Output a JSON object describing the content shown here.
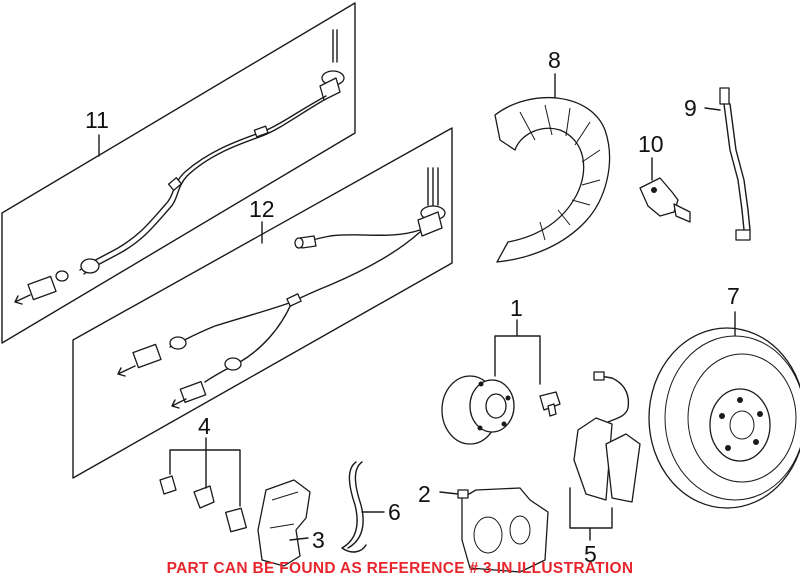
{
  "colors": {
    "ink": "#1a1a1a",
    "note_red": "#e8262d",
    "background": "#ffffff"
  },
  "callouts": {
    "c1": "1",
    "c2": "2",
    "c3": "3",
    "c4": "4",
    "c5": "5",
    "c6": "6",
    "c7": "7",
    "c8": "8",
    "c9": "9",
    "c10": "10",
    "c11": "11",
    "c12": "12"
  },
  "footer_note": "PART CAN BE FOUND AS REFERENCE # 3 IN ILLUSTRATION"
}
